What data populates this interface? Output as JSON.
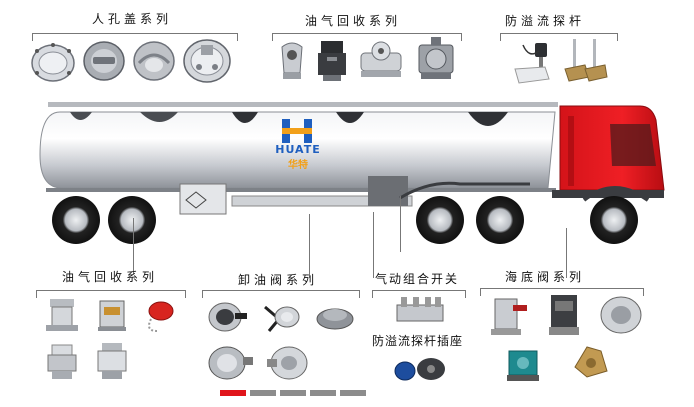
{
  "sections": {
    "manhole": "人孔盖系列",
    "vapor_top": "油气回收系列",
    "overfill_probe": "防溢流探杆",
    "vapor_bottom": "油气回收系列",
    "unloading": "卸油阀系列",
    "pneumatic": "气动组合开关",
    "overfill_socket": "防溢流探杆插座",
    "bottom_valve": "海底阀系列"
  },
  "logo": {
    "brand": "HUATE",
    "cn": "华特"
  },
  "colors": {
    "accent": "#e0151b",
    "logo_blue": "#1f5fbf",
    "logo_orange": "#f2a01a"
  },
  "pager": {
    "count": 5,
    "active_index": 0
  }
}
